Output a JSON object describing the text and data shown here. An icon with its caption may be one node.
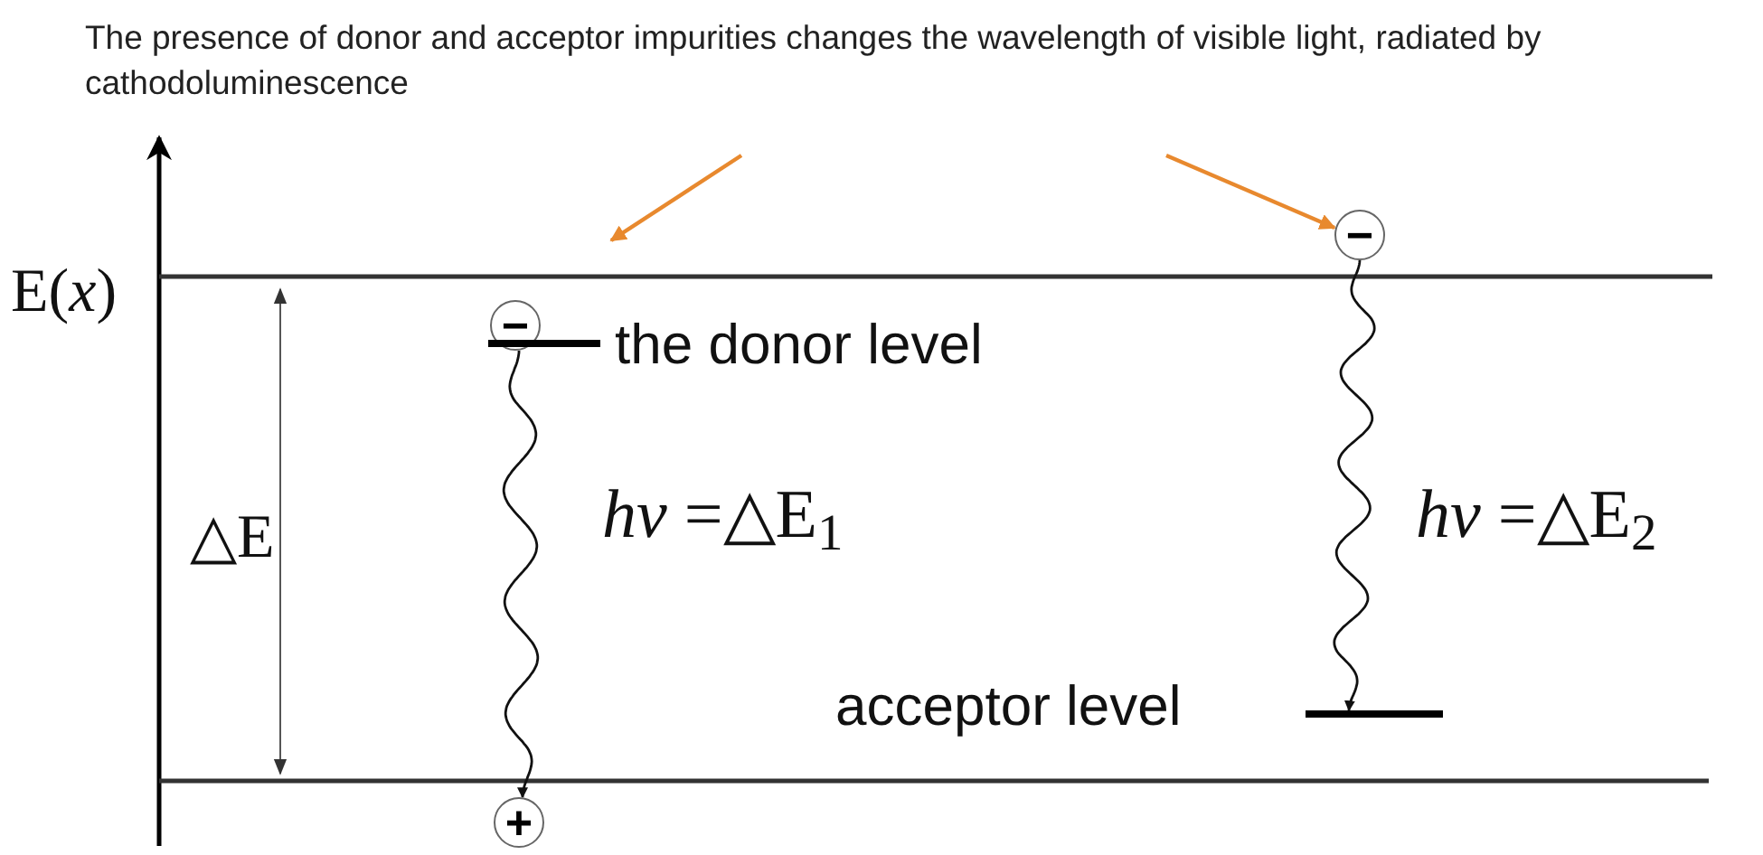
{
  "diagram": {
    "nodes": [
      {
        "text": [
          "The presence of donor and acceptor impurities changes the wavelength of visible light, radiated by cathodoluminescence"
        ]
      },
      {
        "text": [
          "−"
        ]
      },
      {
        "text": [],
        "shape": "bar",
        "beside": [
          "the donor level"
        ]
      },
      {
        "text": [
          "+"
        ]
      },
      {
        "text": [
          "−"
        ]
      },
      {
        "text": [],
        "shape": "bar",
        "beside": [
          "acceptor level"
        ]
      }
    ],
    "edges": [
      {
        "from": 0,
        "to": null,
        "arrow": "to",
        "color": "#e8892e"
      },
      {
        "from": 0,
        "to": 4,
        "arrow": "to",
        "color": "#e8892e"
      },
      {
        "from": 1,
        "to": 3,
        "arrow": "to",
        "label": "*hν* =△E$_{1}$",
        "color": "#111111"
      },
      {
        "from": 4,
        "to": 5,
        "arrow": "to",
        "label": "*hν* =△E$_{2}$",
        "color": "#111111"
      }
    ],
    "labels": [
      "E(*x*)",
      "△E"
    ]
  }
}
